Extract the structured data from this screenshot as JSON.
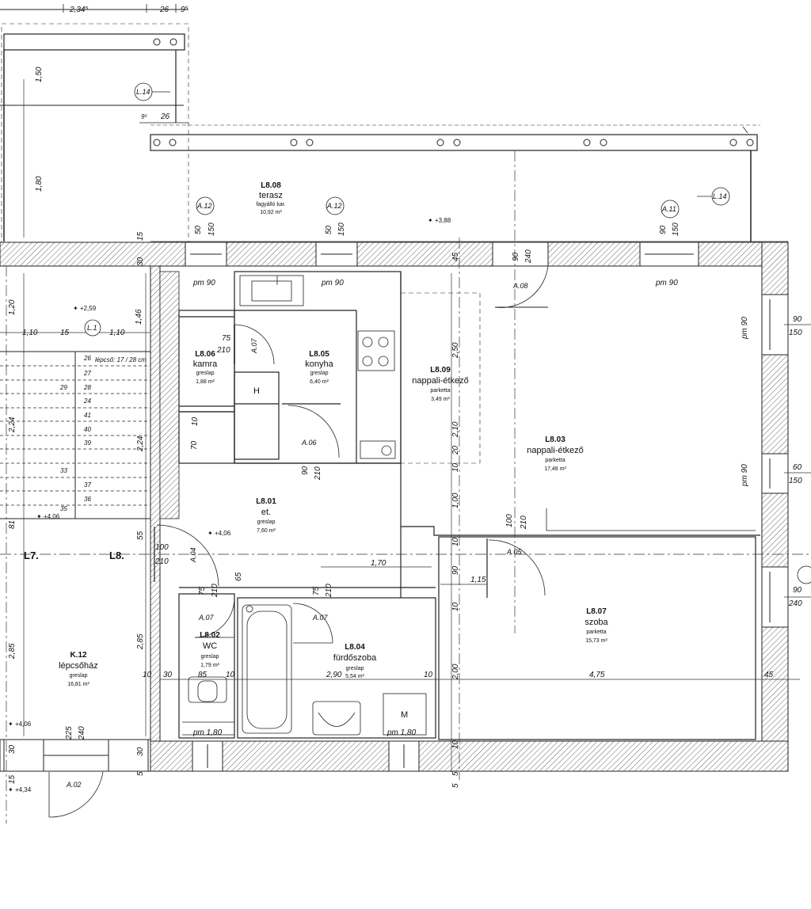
{
  "rooms": {
    "terasz": {
      "code": "L8.08",
      "name": "terasz",
      "floor": "fagyálló kar.",
      "area": "10,92 m²"
    },
    "kamra": {
      "code": "L8.06",
      "name": "kamra",
      "floor": "greslap",
      "area": "1,88 m²"
    },
    "konyha": {
      "code": "L8.05",
      "name": "konyha",
      "floor": "greslap",
      "area": "6,40 m²"
    },
    "nappali_small": {
      "code": "L8.09",
      "name": "nappali-étkező",
      "floor": "parketta",
      "area": "3,49 m²"
    },
    "nappali_main": {
      "code": "L8.03",
      "name": "nappali-étkező",
      "floor": "parketta",
      "area": "17,48 m²"
    },
    "elozo": {
      "code": "L8.01",
      "name": "et.",
      "floor": "greslap",
      "area": "7,60 m²"
    },
    "wc": {
      "code": "L8.02",
      "name": "WC",
      "floor": "greslap",
      "area": "1,79 m²"
    },
    "furdo": {
      "code": "L8.04",
      "name": "fürdőszoba",
      "floor": "greslap",
      "area": "5,54 m²"
    },
    "szoba": {
      "code": "L8.07",
      "name": "szoba",
      "floor": "parketta",
      "area": "15,73 m²"
    },
    "lepcsohaz": {
      "code": "K.12",
      "name": "lépcsőház",
      "floor": "greslap",
      "area": "16,81 m²"
    }
  },
  "tags": {
    "a12_left": "A.12",
    "a12_mid": "A.12",
    "a11": "A.11",
    "l14_top": "L.14",
    "l14_right": "L.14",
    "l1_stair": "L.1",
    "a08": "A.08",
    "a07_konyha": "A.07",
    "a06": "A.06",
    "a04": "A.04",
    "a05": "A.05",
    "a07_wc": "A.07",
    "a07_furdo": "A.07",
    "a02": "A.02"
  },
  "parapets": {
    "pm90_left": "pm 90",
    "pm90_mid": "pm 90",
    "pm90_right": "pm 90",
    "pm90_v1": "pm 90",
    "pm90_v2": "pm 90",
    "pm180_wc": "pm 1,80",
    "pm180_furdo": "pm 1,80"
  },
  "levels": {
    "terasz": "+3,88",
    "stair_top": "+2,59",
    "stair_mid": "+4,06",
    "hall": "+4,06",
    "stair_bottom": "+4,06",
    "entry": "+4,34"
  },
  "axes": {
    "left": "L7.",
    "right": "L8."
  },
  "stair": {
    "note": "lépcső: 17 / 28 cm",
    "steps": [
      "26",
      "27",
      "28",
      "29",
      "24",
      "41",
      "40",
      "39",
      "33",
      "37",
      "36",
      "35"
    ]
  },
  "fixtures": {
    "hood": "H",
    "washer": "M"
  },
  "dims": {
    "top_234": "2,34⁵",
    "top_26": "26",
    "top_9": "9⁵",
    "v150": "1,50",
    "mid_9": "9⁵",
    "mid_26": "26",
    "v180": "1,80",
    "w1_50": "50",
    "w1_150": "150",
    "w2_50": "50",
    "w2_150": "150",
    "w3_90": "90",
    "w3_150": "150",
    "s15": "15",
    "s30": "30",
    "s45": "45",
    "d_90": "90",
    "d_240": "240",
    "l120": "1,20",
    "l110a": "1,10",
    "l15": "15",
    "l110b": "1,10",
    "l146": "1,46",
    "l224": "2,24",
    "l224b": "2,24",
    "l81": "81",
    "l55": "55",
    "l285": "2,85",
    "l285b": "2,85",
    "k75": "75",
    "k210": "210",
    "k70": "70",
    "k10": "10",
    "v250": "2,50",
    "v210": "2,10",
    "v20": "20",
    "v10": "10",
    "v100": "1,00",
    "v10b": "10",
    "v90": "90",
    "v10c": "10",
    "v200": "2,00",
    "v10d": "10",
    "v5": "5",
    "h90": "90",
    "h210": "210",
    "h100": "100",
    "h210b": "210",
    "e100": "100",
    "e210": "210",
    "e65": "65",
    "e170": "1,70",
    "e115": "1,15",
    "wc75": "75",
    "wc210": "210",
    "f75": "75",
    "f210": "210",
    "b10": "10",
    "b30": "30",
    "b85": "85",
    "b10b": "10",
    "b290": "2,90",
    "b10c": "10",
    "b475": "4,75",
    "b45": "45",
    "r90a": "90",
    "r150a": "150",
    "r60": "60",
    "r150b": "150",
    "r90b": "90",
    "r240": "240",
    "bot225": "225",
    "bot240": "240",
    "bot30": "30",
    "bot30b": "30",
    "bot15": "15",
    "bot5": "5",
    "bot5b": "5"
  }
}
